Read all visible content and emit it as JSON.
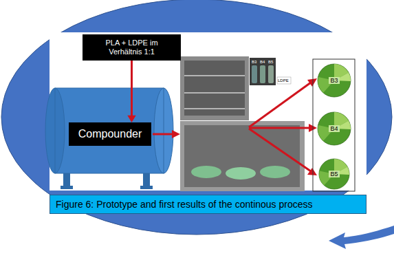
{
  "diagram": {
    "caption": "Figure 6: Prototype and first results of the continous process",
    "nodes": [
      {
        "text": [
          "PLA + LDPE im Verhältnis 1:1"
        ]
      },
      {
        "text": [
          "Compounder"
        ]
      },
      {
        "text": [
          "B3"
        ]
      },
      {
        "text": [
          "B4"
        ]
      },
      {
        "text": [
          "B5"
        ]
      }
    ],
    "edges": [
      {
        "from": 0,
        "to": 1,
        "arrow": "to"
      }
    ],
    "labels": [
      "B3",
      "B4",
      "B5",
      "LDPE"
    ]
  }
}
